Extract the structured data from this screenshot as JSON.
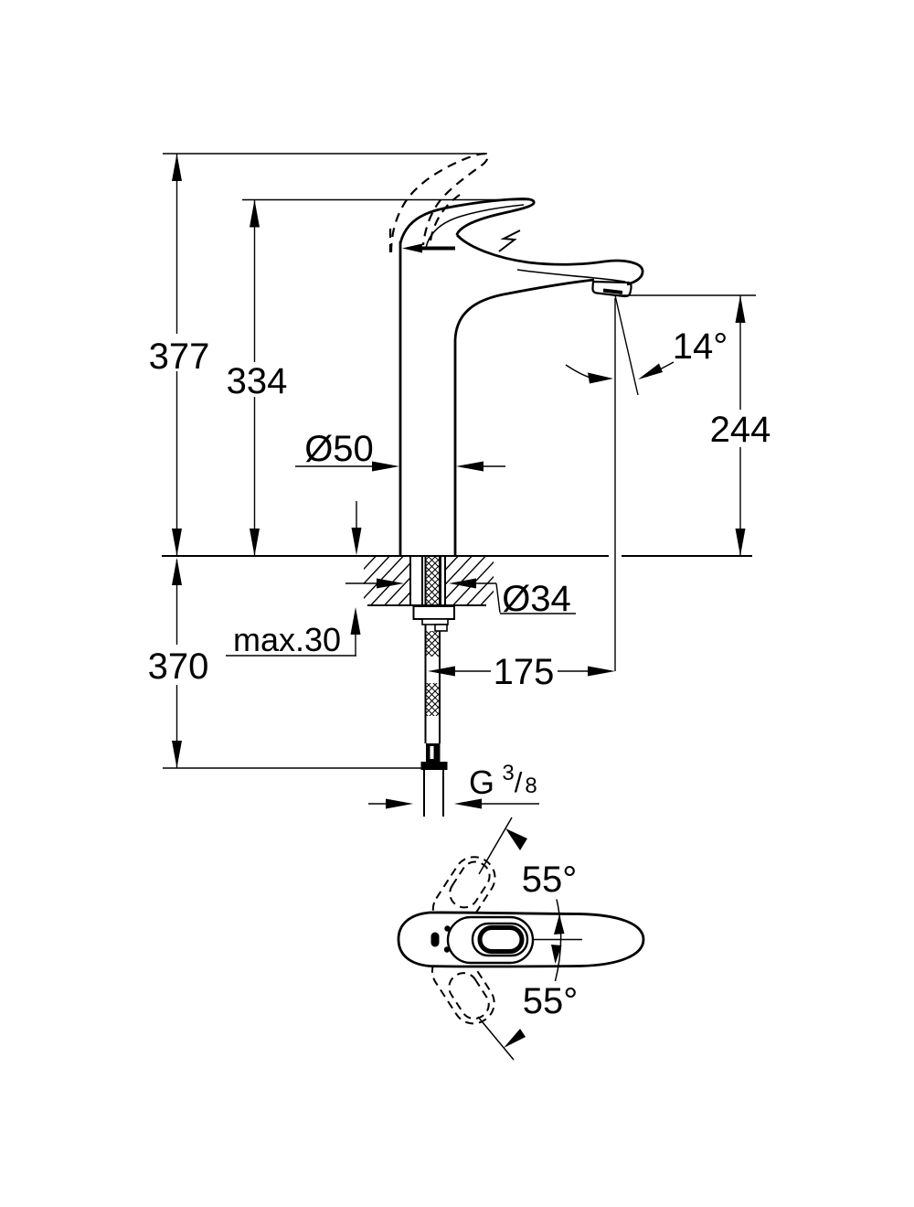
{
  "drawing": {
    "kind": "faucet dimensional drawing",
    "views": {
      "side": "side elevation with mounting section",
      "plan": "handle top view with swing angles"
    }
  },
  "dimensions": {
    "overall_height": "377",
    "height_to_spout_top": "334",
    "body_diameter": "Ø50",
    "hole_diameter": "Ø34",
    "max_deck_thickness": "max.30",
    "below_deck_length": "370",
    "spout_reach": "175",
    "outlet_height": "244",
    "stream_angle": "14°",
    "swing_angle_up": "55°",
    "swing_angle_down": "55°",
    "thread_letter": "G",
    "thread_numerator": "3",
    "thread_slash": "/",
    "thread_denominator": "8"
  },
  "colors": {
    "line": "#000000",
    "background": "#ffffff"
  }
}
